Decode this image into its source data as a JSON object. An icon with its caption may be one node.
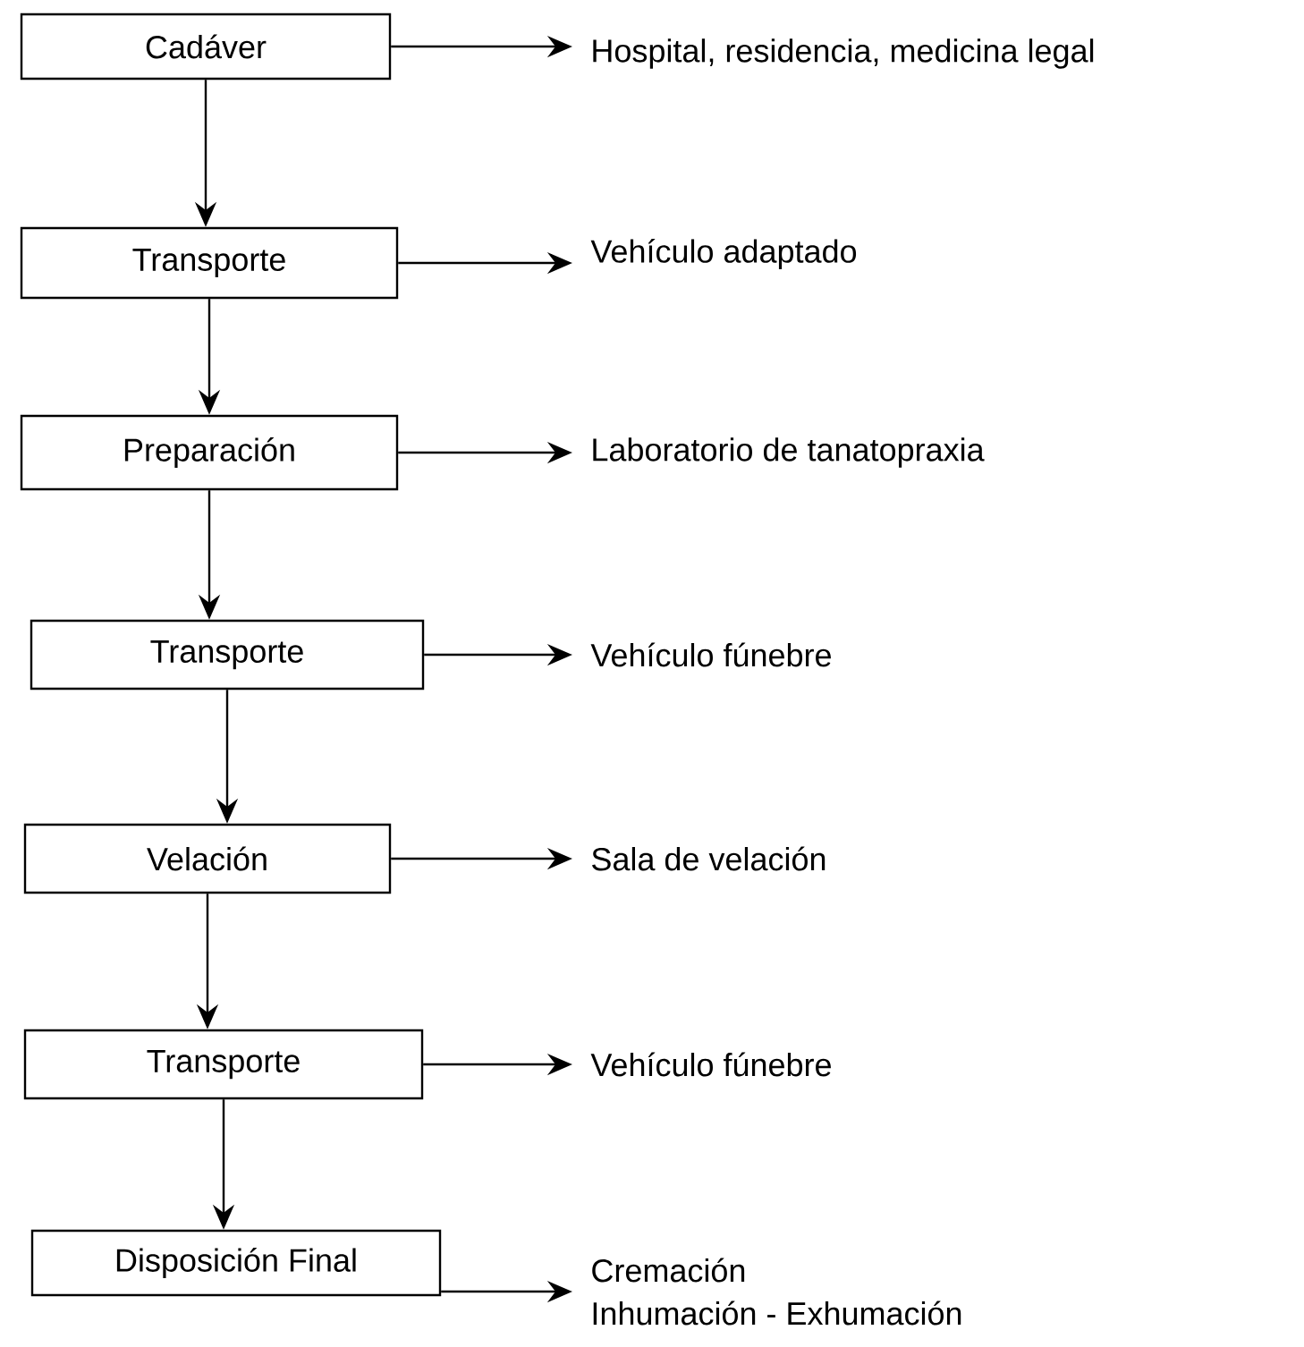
{
  "diagram": {
    "nodes": [
      {
        "text": [
          "Cadáver"
        ]
      },
      {
        "text": [
          "Transporte"
        ]
      },
      {
        "text": [
          "Preparación"
        ]
      },
      {
        "text": [
          "Transporte"
        ]
      },
      {
        "text": [
          "Velación"
        ]
      },
      {
        "text": [
          "Transporte"
        ]
      },
      {
        "text": [
          "Disposición Final"
        ]
      },
      {
        "text": [
          "Hospital, residencia, medicina legal"
        ]
      },
      {
        "text": [
          "Vehículo adaptado"
        ]
      },
      {
        "text": [
          "Laboratorio de tanatopraxia"
        ]
      },
      {
        "text": [
          "Vehículo fúnebre"
        ]
      },
      {
        "text": [
          "Sala de velación"
        ]
      },
      {
        "text": [
          "Vehículo fúnebre"
        ]
      },
      {
        "text": [
          "Cremación",
          "Inhumación - Exhumación"
        ]
      }
    ],
    "edges": [
      {
        "from": 0,
        "to": 1,
        "arrow": "to"
      },
      {
        "from": 1,
        "to": 2,
        "arrow": "to"
      },
      {
        "from": 2,
        "to": 3,
        "arrow": "to"
      },
      {
        "from": 3,
        "to": 4,
        "arrow": "to"
      },
      {
        "from": 4,
        "to": 5,
        "arrow": "to"
      },
      {
        "from": 5,
        "to": 6,
        "arrow": "to"
      },
      {
        "from": 0,
        "to": 7,
        "arrow": "to"
      },
      {
        "from": 1,
        "to": 8,
        "arrow": "to"
      },
      {
        "from": 2,
        "to": 9,
        "arrow": "to"
      },
      {
        "from": 3,
        "to": 10,
        "arrow": "to"
      },
      {
        "from": 4,
        "to": 11,
        "arrow": "to"
      },
      {
        "from": 5,
        "to": 12,
        "arrow": "to"
      },
      {
        "from": 6,
        "to": 13,
        "arrow": "to"
      }
    ]
  }
}
